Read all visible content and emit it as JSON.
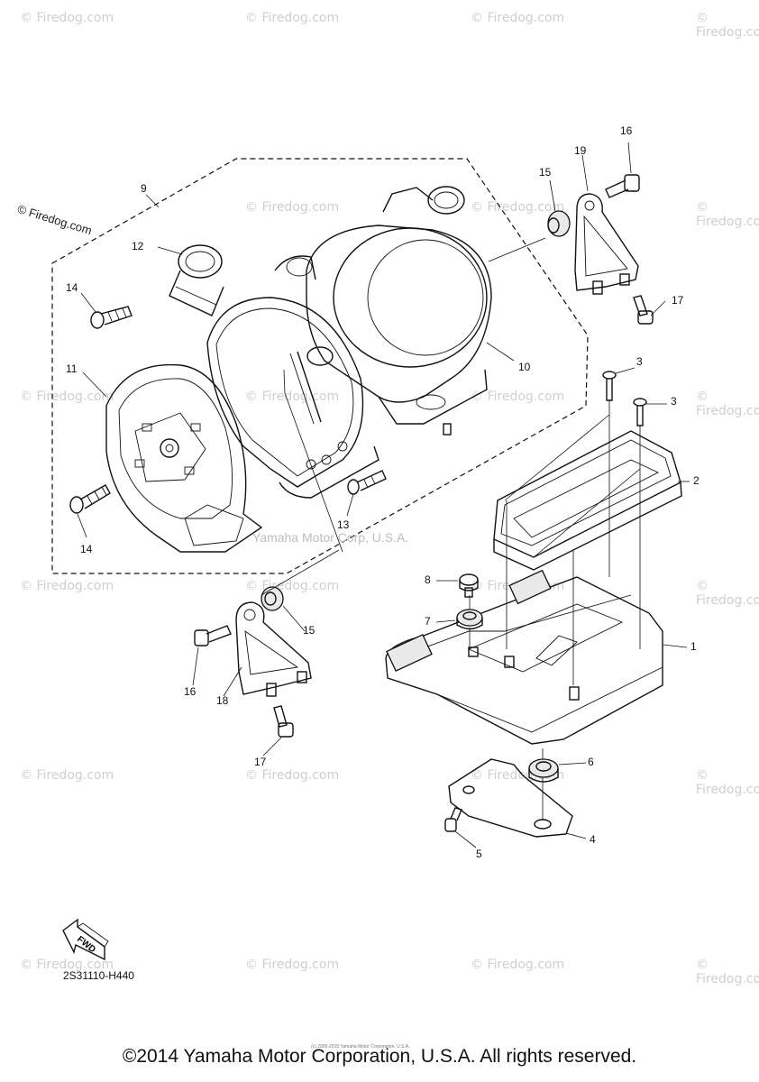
{
  "watermark": {
    "text": "© Firedog.com"
  },
  "center_watermark": "Yamaha Motor Corp, U.S.A.",
  "firedog_label": "© Firedog.com",
  "callouts": {
    "c1": "1",
    "c2": "2",
    "c3a": "3",
    "c3b": "3",
    "c4": "4",
    "c5": "5",
    "c6": "6",
    "c7": "7",
    "c8": "8",
    "c9": "9",
    "c10": "10",
    "c11": "11",
    "c12": "12",
    "c13": "13",
    "c14a": "14",
    "c14b": "14",
    "c15a": "15",
    "c15b": "15",
    "c16a": "16",
    "c16b": "16",
    "c17a": "17",
    "c17b": "17",
    "c18": "18",
    "c19": "19"
  },
  "fwd_label": "FWD",
  "part_code": "2S31110-H440",
  "tiny_copyright": "(c) 2005-2015 Yamaha Motor Corporation, U.S.A.",
  "copyright": "©2014 Yamaha Motor Corporation, U.S.A. All rights reserved."
}
